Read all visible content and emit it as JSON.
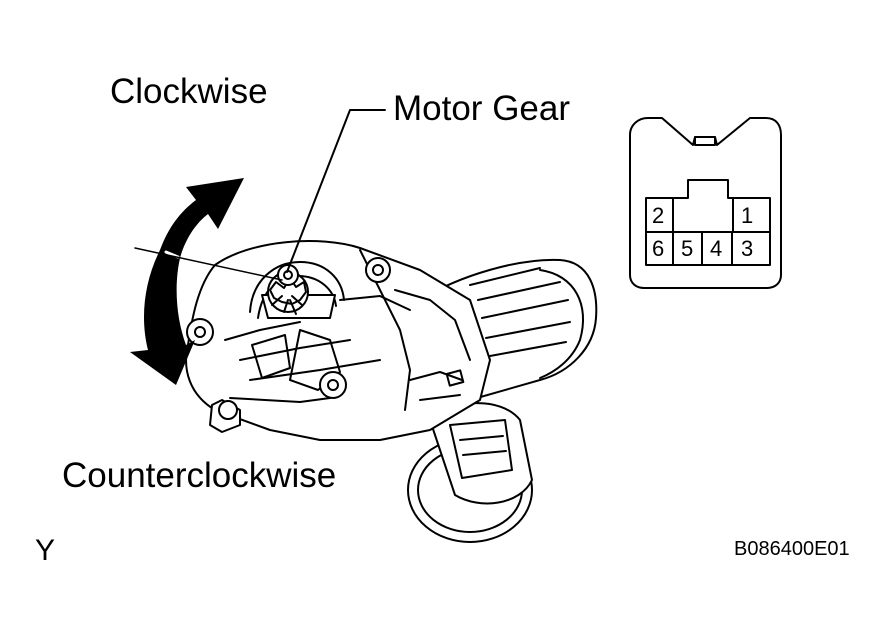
{
  "labels": {
    "clockwise": "Clockwise",
    "motor_gear": "Motor Gear",
    "counterclockwise": "Counterclockwise",
    "corner_mark": "Y",
    "figure_code": "B086400E01"
  },
  "connector": {
    "pins_top": [
      "2",
      "1"
    ],
    "pins_bottom": [
      "6",
      "5",
      "4",
      "3"
    ]
  },
  "colors": {
    "ink": "#000000",
    "paper": "#ffffff"
  }
}
